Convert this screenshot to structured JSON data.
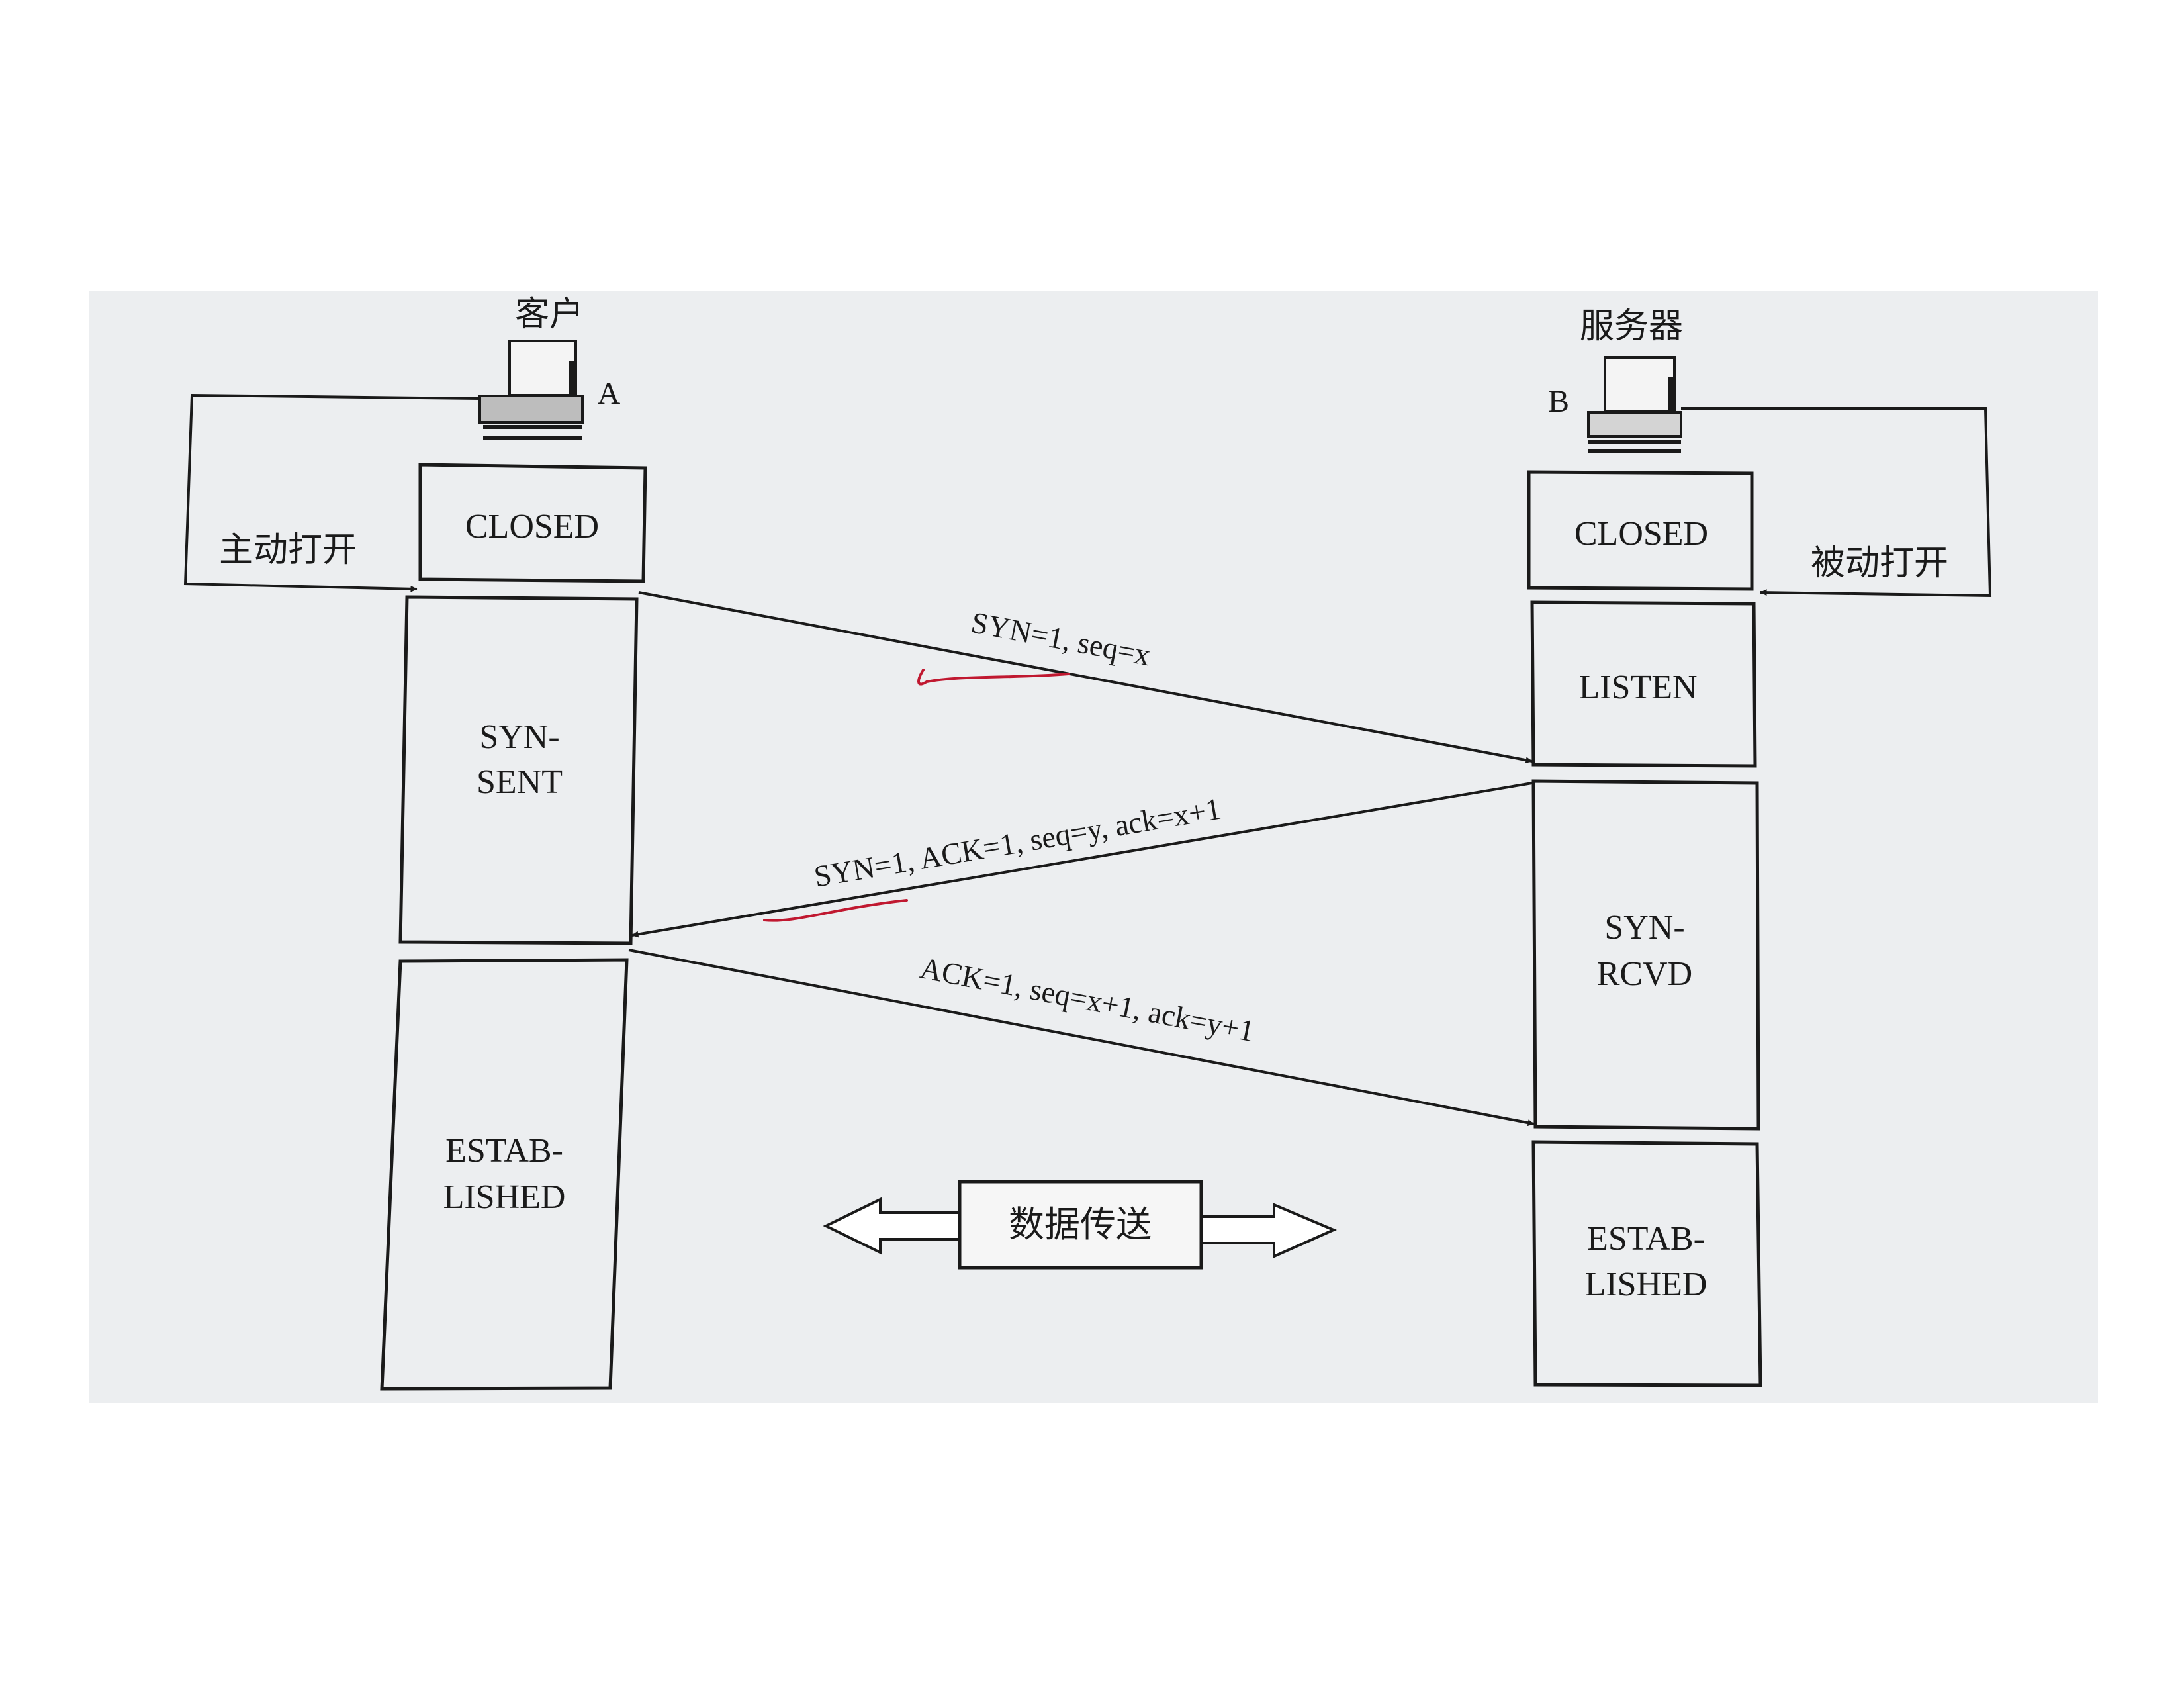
{
  "client": {
    "title": "客户",
    "id": "A",
    "open_label": "主动打开",
    "states": [
      {
        "key": "closed",
        "lines": [
          "CLOSED"
        ]
      },
      {
        "key": "syn-sent",
        "lines": [
          "SYN-",
          "SENT"
        ]
      },
      {
        "key": "established",
        "lines": [
          "ESTAB-",
          "LISHED"
        ]
      }
    ]
  },
  "server": {
    "title": "服务器",
    "id": "B",
    "open_label": "被动打开",
    "states": [
      {
        "key": "closed",
        "lines": [
          "CLOSED"
        ]
      },
      {
        "key": "listen",
        "lines": [
          "LISTEN"
        ]
      },
      {
        "key": "syn-rcvd",
        "lines": [
          "SYN-",
          "RCVD"
        ]
      },
      {
        "key": "established",
        "lines": [
          "ESTAB-",
          "LISHED"
        ]
      }
    ]
  },
  "messages": [
    {
      "key": "syn",
      "label": "SYN=1, seq=x",
      "direction": "client-to-server"
    },
    {
      "key": "syn-ack",
      "label": "SYN=1, ACK=1, seq=y, ack=x+1",
      "direction": "server-to-client"
    },
    {
      "key": "ack",
      "label": "ACK=1, seq=x+1, ack=y+1",
      "direction": "client-to-server"
    }
  ],
  "data_transfer_label": "数据传送",
  "colors": {
    "ink": "#1a1a1a",
    "paper": "#eceef0",
    "annotation": "#c01830"
  }
}
